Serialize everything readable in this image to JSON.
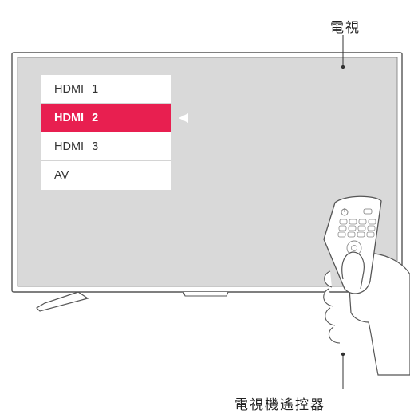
{
  "labels": {
    "tv": "電視",
    "remote": "電視機遙控器"
  },
  "menu": {
    "items": [
      "HDMI  1",
      "HDMI  2",
      "HDMI  3",
      "AV"
    ],
    "selected_index": 1
  },
  "colors": {
    "screen": "#d9d9d9",
    "highlight": "#e81f50",
    "outline": "#555555"
  },
  "icons": {
    "selection_pointer": "triangle-left-icon",
    "power_button": "power-icon"
  }
}
